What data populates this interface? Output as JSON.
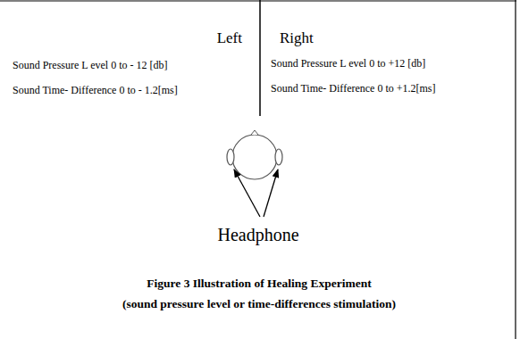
{
  "diagram": {
    "caption": "Figure 3 Illustration of Healing Experiment",
    "labels": [
      "Left",
      "Right",
      "Sound Pressure L evel 0 to - 12 [db]",
      "Sound Time- Difference 0 to - 1.2[ms]",
      "Sound Pressure L evel 0 to +12 [db]",
      "Sound Time- Difference 0 to +1.2[ms]",
      "Headphone",
      "(sound pressure level or time-differences stimulation)"
    ]
  }
}
